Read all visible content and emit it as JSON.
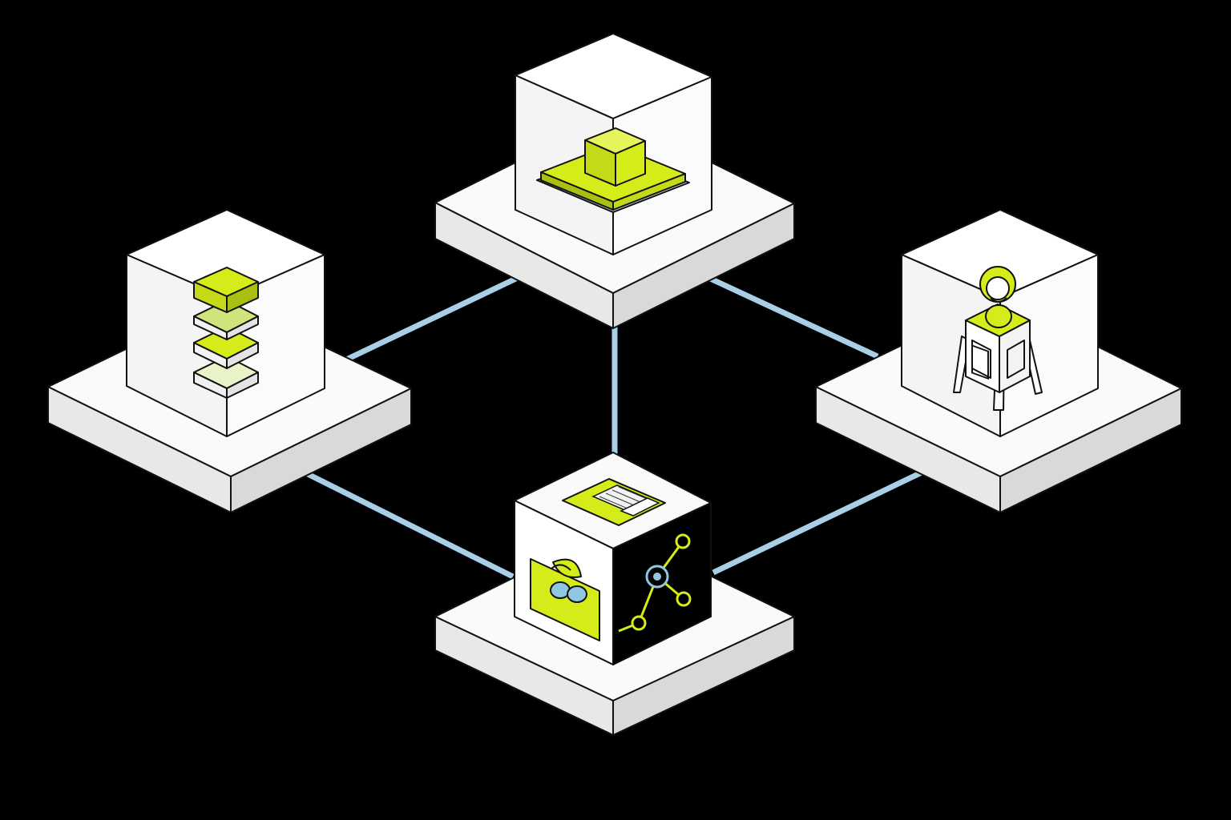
{
  "colors": {
    "background": "#000000",
    "platform_top": "#fafafa",
    "platform_side_left": "#e8e8e8",
    "platform_side_right": "#d9d9d9",
    "accent": "#d6ec1a",
    "accent_dark": "#a9c010",
    "connector": "#a9cfe6",
    "glass": "#ffffff",
    "cube_dark": "#000000",
    "node_blue": "#8fc6e0"
  },
  "nodes": [
    {
      "id": "top",
      "icon": "platform-layers-icon"
    },
    {
      "id": "left",
      "icon": "stacked-layers-icon"
    },
    {
      "id": "right",
      "icon": "robot-on-pedestal-icon"
    },
    {
      "id": "center",
      "icon": "data-cube-icon"
    }
  ],
  "connectors": [
    {
      "from": "top",
      "to": "left"
    },
    {
      "from": "top",
      "to": "right"
    },
    {
      "from": "top",
      "to": "center"
    },
    {
      "from": "left",
      "to": "center"
    },
    {
      "from": "right",
      "to": "center"
    }
  ]
}
